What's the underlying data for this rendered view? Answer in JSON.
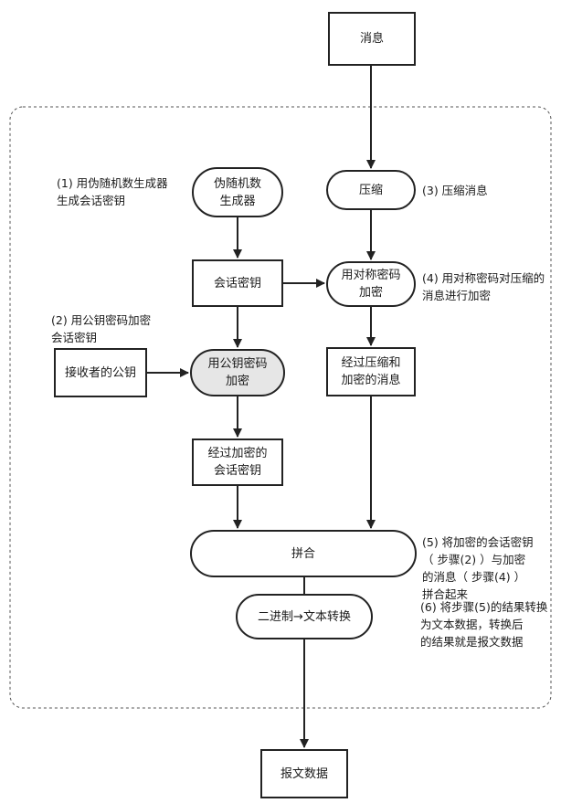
{
  "nodes": {
    "message": "消息",
    "compress": "压缩",
    "prng": "伪随机数\n生成器",
    "session_key": "会话密钥",
    "sym_encrypt": "用对称密码\n加密",
    "receiver_pubkey": "接收者的公钥",
    "pubkey_encrypt": "用公钥密码\n加密",
    "compressed_encrypted": "经过压缩和\n加密的消息",
    "encrypted_session_key": "经过加密的\n会话密钥",
    "combine": "拼合",
    "to_text": "二进制→文本转换",
    "report_data": "报文数据"
  },
  "notes": {
    "step1": "(1) 用伪随机数生成器\n生成会话密钥",
    "step2": "(2) 用公钥密码加密\n会话密钥",
    "step3": "(3) 压缩消息",
    "step4": "(4) 用对称密码对压缩的\n消息进行加密",
    "step5": "(5) 将加密的会话密钥\n（ 步骤(2) ）与加密\n的消息（ 步骤(4) ）\n拼合起来",
    "step6": "(6) 将步骤(5)的结果转换\n为文本数据，转换后\n的结果就是报文数据"
  }
}
